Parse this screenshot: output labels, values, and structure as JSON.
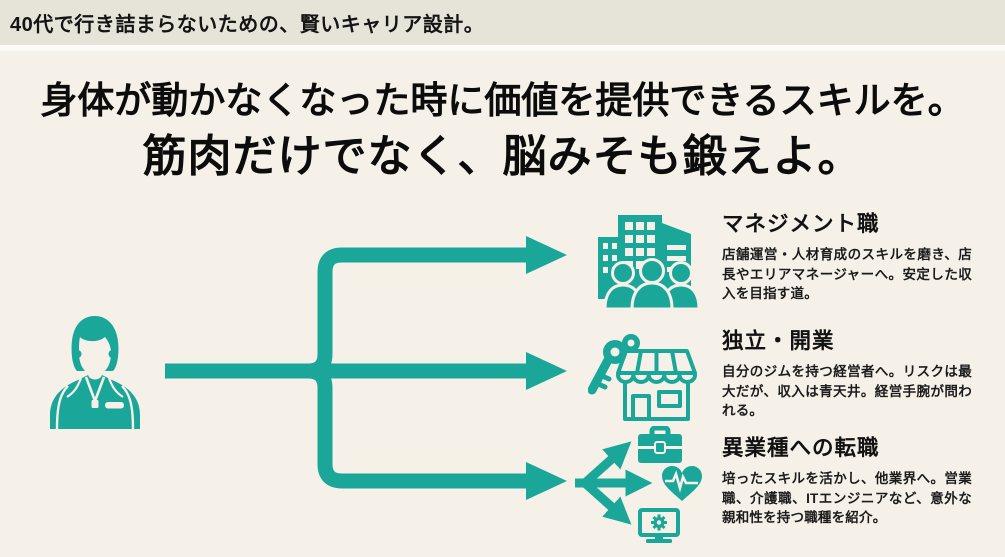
{
  "top_bar": {
    "text": "40代で行き詰まらないための、賢いキャリア設計。"
  },
  "headline": {
    "line1": "身体が動かなくなった時に価値を提供できるスキルを。",
    "line2": "筋肉だけでなく、脳みそも鍛えよ。"
  },
  "left_figure": {
    "icon": "personal-trainer-icon",
    "meaning": "fitness trainer silhouette with lanyard and name tag"
  },
  "flow": {
    "structure": "one stem from trainer forking into three arrows pointing right",
    "arrow_color": "#1aa79a"
  },
  "branches": [
    {
      "icon": "office-buildings-team-icon",
      "title": "マネジメント職",
      "description": "店舗運営・人材育成のスキルを磨き、店長やエリアマネージャーへ。安定した収入を目指す道。"
    },
    {
      "icon": "key-storefront-icon",
      "title": "独立・開業",
      "description": "自分のジムを持つ経営者へ。リスクは最大だが、収入は青天井。経営手腕が問われる。"
    },
    {
      "icon": "career-change-multi-path-icon",
      "title": "異業種への転職",
      "description": "培ったスキルを活かし、他業界へ。営業職、介護職、ITエンジニアなど、意外な親和性を持つ職種を紹介。"
    }
  ],
  "colors": {
    "accent_teal": "#1aa79a",
    "slide_background": "#f5f1e8",
    "top_bar_background": "#e6e3d9",
    "divider_white": "#fcfbf5",
    "text": "#121212"
  }
}
